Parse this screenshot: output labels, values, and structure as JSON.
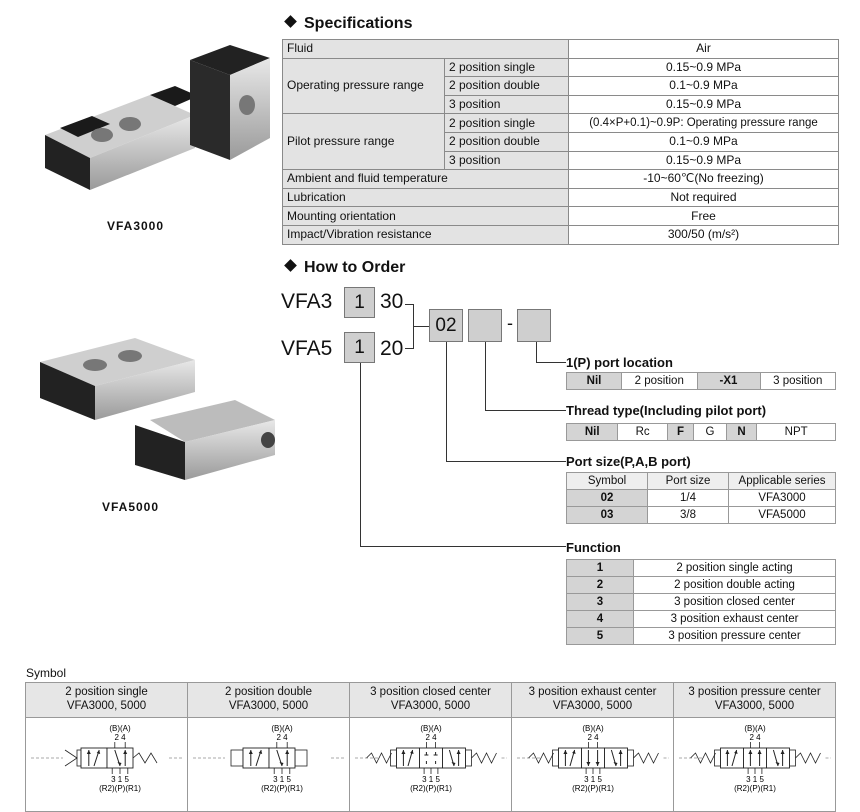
{
  "specifications": {
    "title": "Specifications",
    "rows": [
      {
        "label": "Fluid",
        "sub": "",
        "value": "Air"
      },
      {
        "label": "Operating pressure range",
        "subs": [
          {
            "sub": "2 position single",
            "value": "0.15~0.9 MPa"
          },
          {
            "sub": "2 position double",
            "value": "0.1~0.9 MPa"
          },
          {
            "sub": "3 position",
            "value": "0.15~0.9 MPa"
          }
        ]
      },
      {
        "label": "Pilot pressure range",
        "subs": [
          {
            "sub": "2 position single",
            "value": "(0.4×P+0.1)~0.9P: Operating pressure range"
          },
          {
            "sub": "2 position double",
            "value": "0.1~0.9 MPa"
          },
          {
            "sub": "3 position",
            "value": "0.15~0.9 MPa"
          }
        ]
      },
      {
        "label": "Ambient and fluid temperature",
        "value": "-10~60℃(No freezing)"
      },
      {
        "label": "Lubrication",
        "value": "Not required"
      },
      {
        "label": "Mounting orientation",
        "value": "Free"
      },
      {
        "label": "Impact/Vibration resistance",
        "value": "300/50 (m/s²)"
      }
    ]
  },
  "how_to_order": {
    "title": "How to Order",
    "codes": [
      {
        "prefix": "VFA3",
        "digit": "1",
        "suffix": "30"
      },
      {
        "prefix": "VFA5",
        "digit": "1",
        "suffix": "20"
      }
    ],
    "port_box": "02",
    "dash": "-",
    "port_location": {
      "title": "1(P) port location",
      "cells": [
        "Nil",
        "2 position",
        "-X1",
        "3 position"
      ]
    },
    "thread_type": {
      "title": "Thread type(Including pilot port)",
      "cells": [
        "Nil",
        "Rc",
        "F",
        "G",
        "N",
        "NPT"
      ]
    },
    "port_size": {
      "title": "Port size(P,A,B port)",
      "headers": [
        "Symbol",
        "Port size",
        "Applicable series"
      ],
      "rows": [
        [
          "02",
          "1/4",
          "VFA3000"
        ],
        [
          "03",
          "3/8",
          "VFA5000"
        ]
      ]
    },
    "function": {
      "title": "Function",
      "rows": [
        [
          "1",
          "2 position single acting"
        ],
        [
          "2",
          "2 position double acting"
        ],
        [
          "3",
          "3 position closed center"
        ],
        [
          "4",
          "3 position exhaust center"
        ],
        [
          "5",
          "3 position pressure center"
        ]
      ]
    }
  },
  "photos": {
    "caption_top": "VFA3000",
    "caption_bottom": "VFA5000"
  },
  "symbol": {
    "title": "Symbol",
    "columns": [
      {
        "name": "2 position single",
        "series": "VFA3000, 5000"
      },
      {
        "name": "2 position double",
        "series": "VFA3000, 5000"
      },
      {
        "name": "3 position closed center",
        "series": "VFA3000, 5000"
      },
      {
        "name": "3 position exhaust center",
        "series": "VFA3000, 5000"
      },
      {
        "name": "3 position pressure center",
        "series": "VFA3000, 5000"
      }
    ],
    "port_top": "(B)(A)",
    "port_top_nums": "2  4",
    "port_bottom_nums": "3  1  5",
    "port_bottom": "(R2)(P)(R1)"
  }
}
